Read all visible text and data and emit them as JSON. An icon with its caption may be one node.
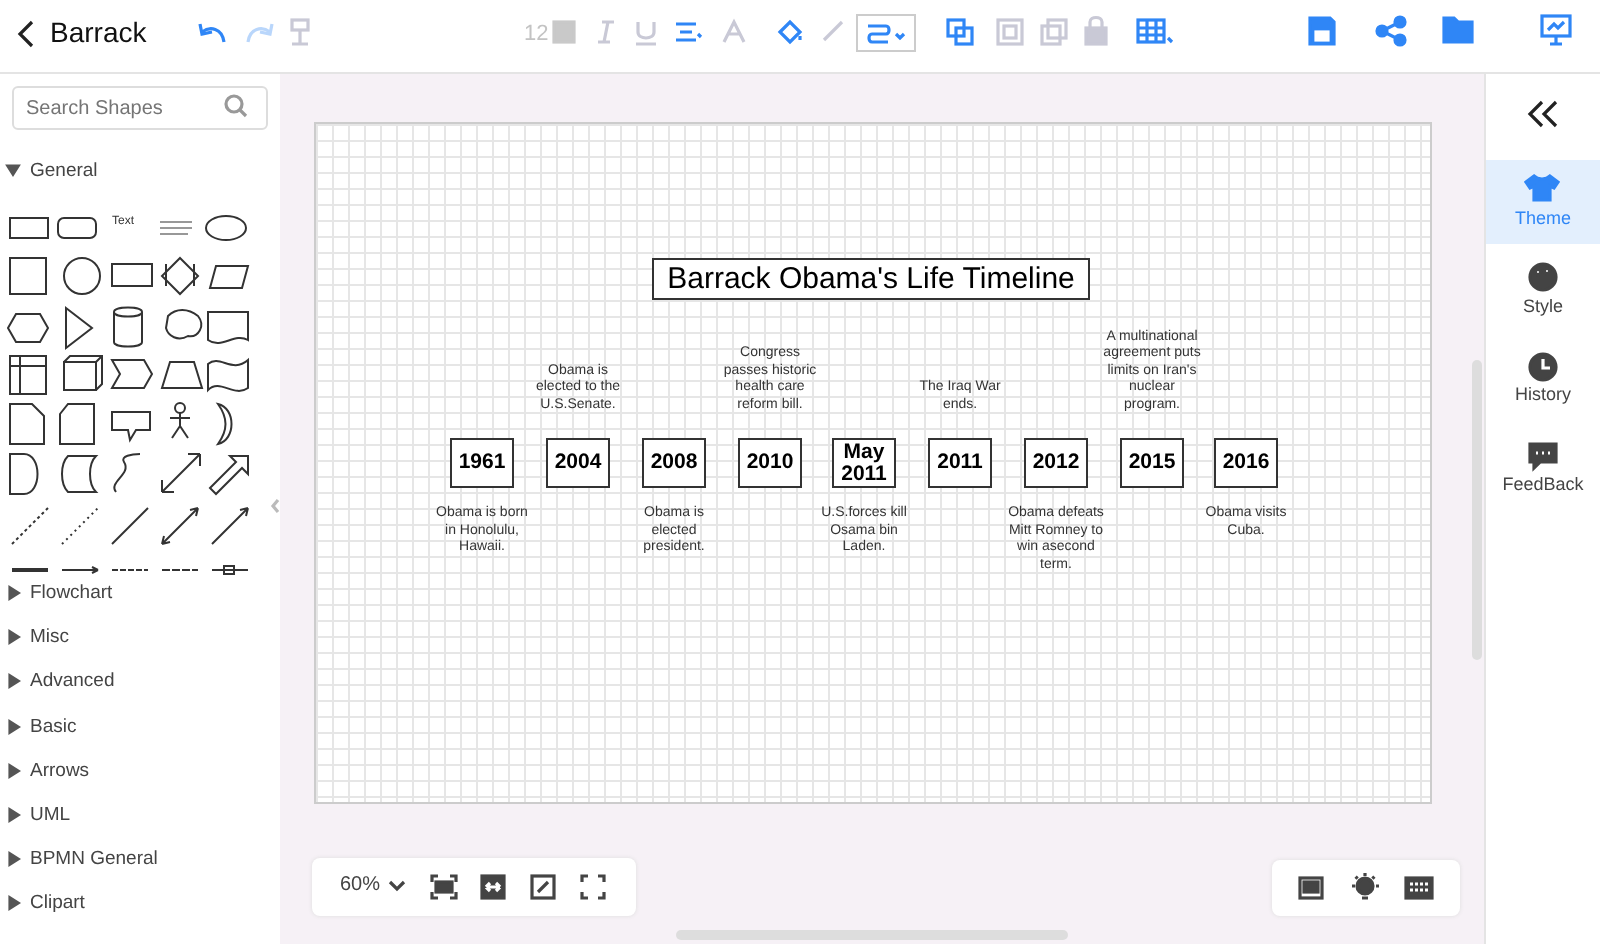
{
  "diagram": {
    "title": "Barrack Obama's Life Timeline",
    "nodes": [
      {
        "text": [
          "1961"
        ],
        "beside": [
          "Obama is born in Honolulu, Hawaii."
        ]
      },
      {
        "text": [
          "2004"
        ],
        "beside": [
          "Obama is elected to the U.S.Senate."
        ]
      },
      {
        "text": [
          "2008"
        ],
        "beside": [
          "Obama is elected president."
        ]
      },
      {
        "text": [
          "2010"
        ],
        "beside": [
          "Congress passes historic health care reform bill."
        ]
      },
      {
        "text": [
          "May 2011"
        ],
        "beside": [
          "U.S.forces kill Osama bin Laden."
        ]
      },
      {
        "text": [
          "2011"
        ],
        "beside": [
          "The Iraq War ends."
        ]
      },
      {
        "text": [
          "2012"
        ],
        "beside": [
          "Obama defeats Mitt Romney to win asecond term."
        ]
      },
      {
        "text": [
          "2015"
        ],
        "beside": [
          "A multinational agreement puts limits on Iran's nuclear program."
        ]
      },
      {
        "text": [
          "2016"
        ],
        "beside": [
          "Obama visits Cuba."
        ]
      }
    ],
    "edges": [],
    "labels": [
      "Barrack",
      "12",
      "Search Shapes",
      "General",
      "Text",
      "Flowchart",
      "Misc",
      "Advanced",
      "Basic",
      "Arrows",
      "UML",
      "BPMN General",
      "Clipart",
      "Theme",
      "Style",
      "History",
      "FeedBack",
      "60%"
    ]
  }
}
